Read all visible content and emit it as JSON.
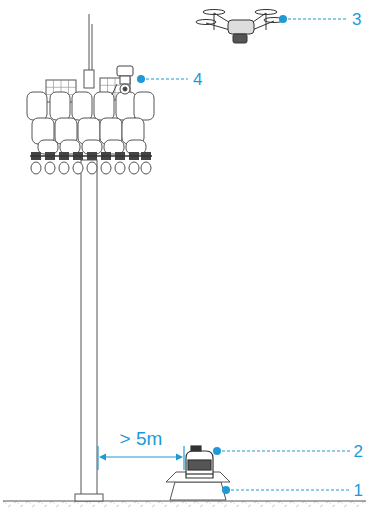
{
  "diagram": {
    "labels": [
      "3",
      "4",
      "> 5m",
      "2",
      "1"
    ]
  }
}
